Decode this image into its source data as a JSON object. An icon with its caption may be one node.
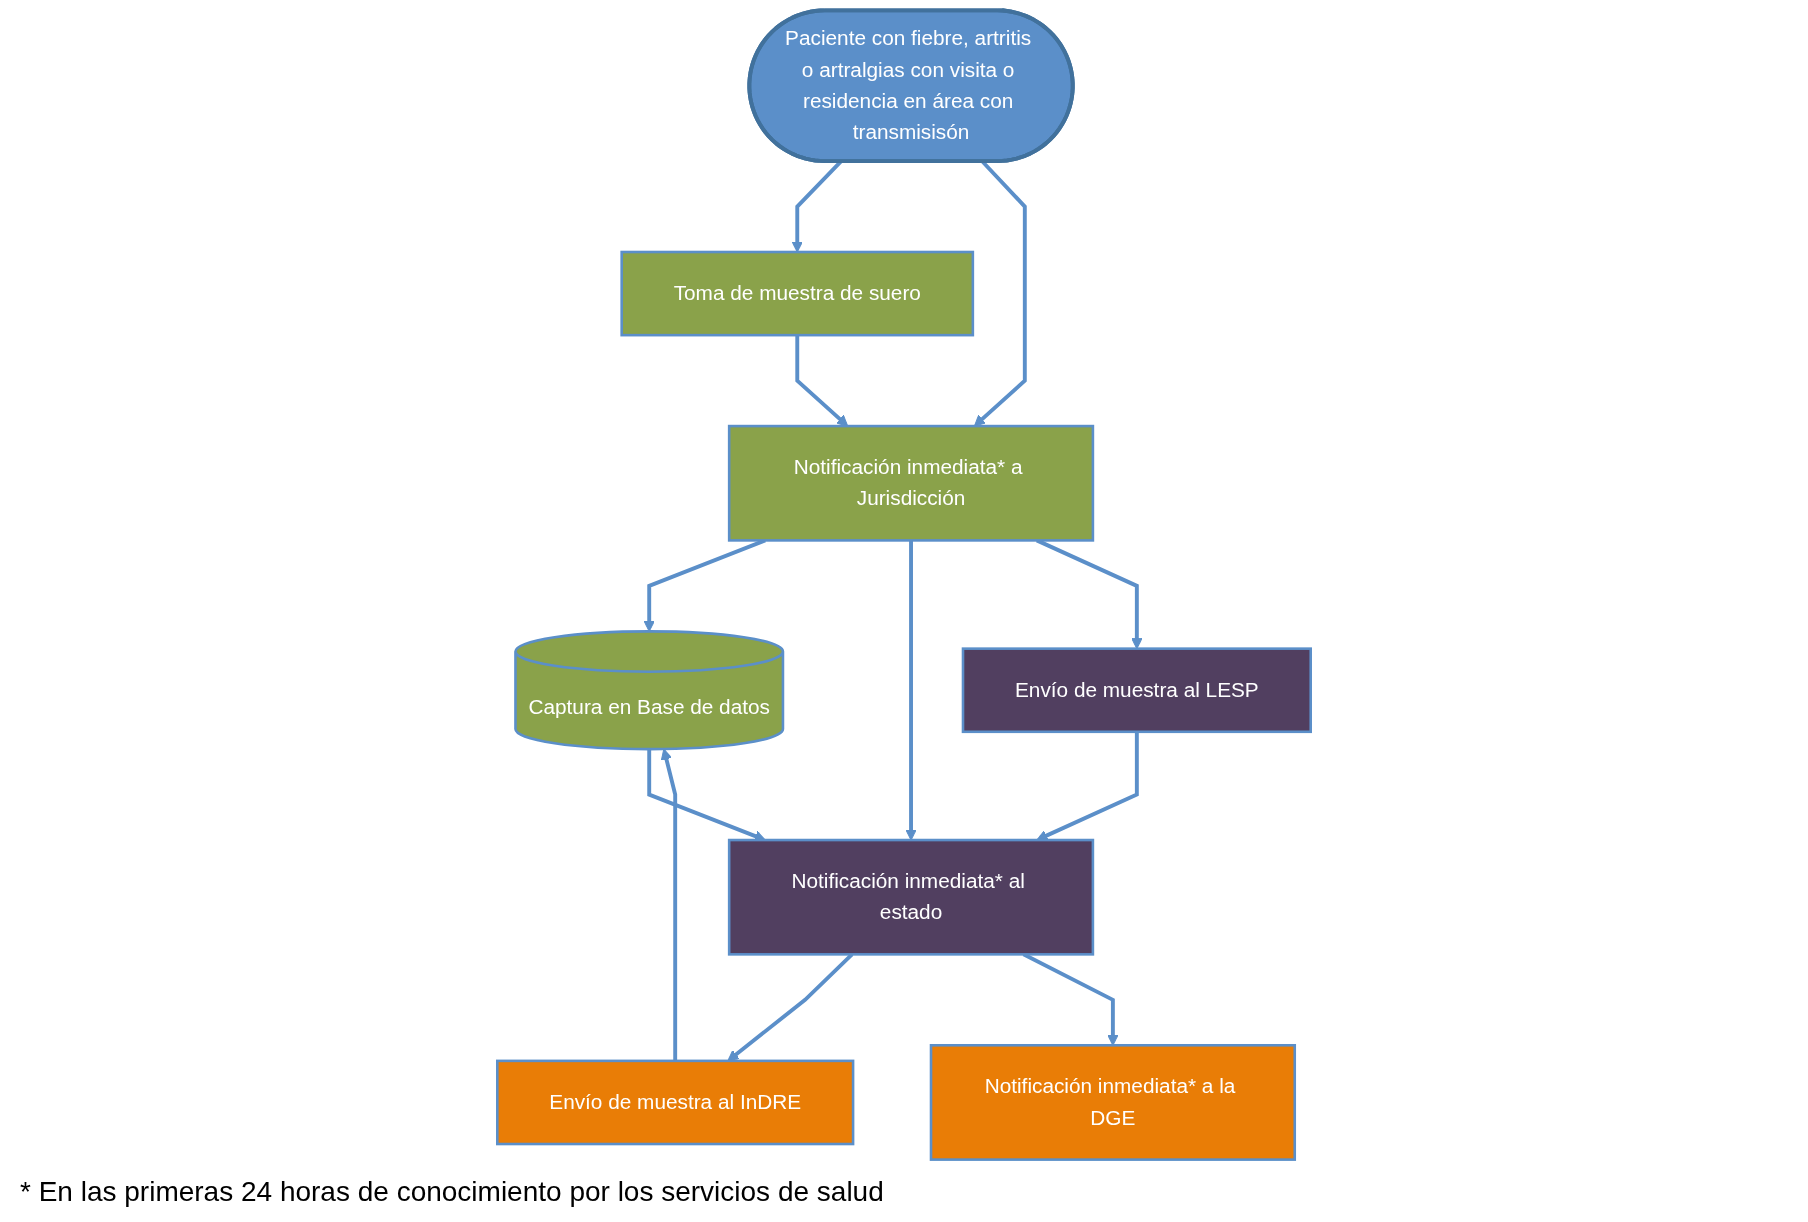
{
  "diagram": {
    "nodes": [
      {
        "text": [
          "Paciente con fiebre, artritis o artralgias con visita o residencia en área con transmisisón"
        ]
      },
      {
        "text": [
          "Toma de muestra de suero"
        ]
      },
      {
        "text": [
          "Notificación inmediata* a Jurisdicción"
        ]
      },
      {
        "text": [
          "Captura en Base de datos"
        ]
      },
      {
        "text": [
          "Envío de muestra al LESP"
        ]
      },
      {
        "text": [
          "Notificación inmediata* al estado"
        ]
      },
      {
        "text": [
          "Envío de muestra al InDRE"
        ]
      },
      {
        "text": [
          "Notificación inmediata* a la DGE"
        ]
      }
    ],
    "edges": [
      {
        "from": 0,
        "to": 1,
        "arrow": "to"
      },
      {
        "from": 0,
        "to": 2,
        "arrow": "to"
      },
      {
        "from": 1,
        "to": 2,
        "arrow": "to"
      },
      {
        "from": 2,
        "to": 3,
        "arrow": "to"
      },
      {
        "from": 2,
        "to": 5,
        "arrow": "to"
      },
      {
        "from": 3,
        "to": 5,
        "arrow": "to"
      },
      {
        "from": 2,
        "to": 4,
        "arrow": "to"
      },
      {
        "from": 4,
        "to": 5,
        "arrow": "to"
      },
      {
        "from": 5,
        "to": 6,
        "arrow": "to"
      },
      {
        "from": 5,
        "to": 7,
        "arrow": "to"
      },
      {
        "from": 6,
        "to": 3,
        "arrow": "to"
      }
    ],
    "labels": [
      "* En las primeras 24 horas de conocimiento por los servicios de salud"
    ]
  }
}
